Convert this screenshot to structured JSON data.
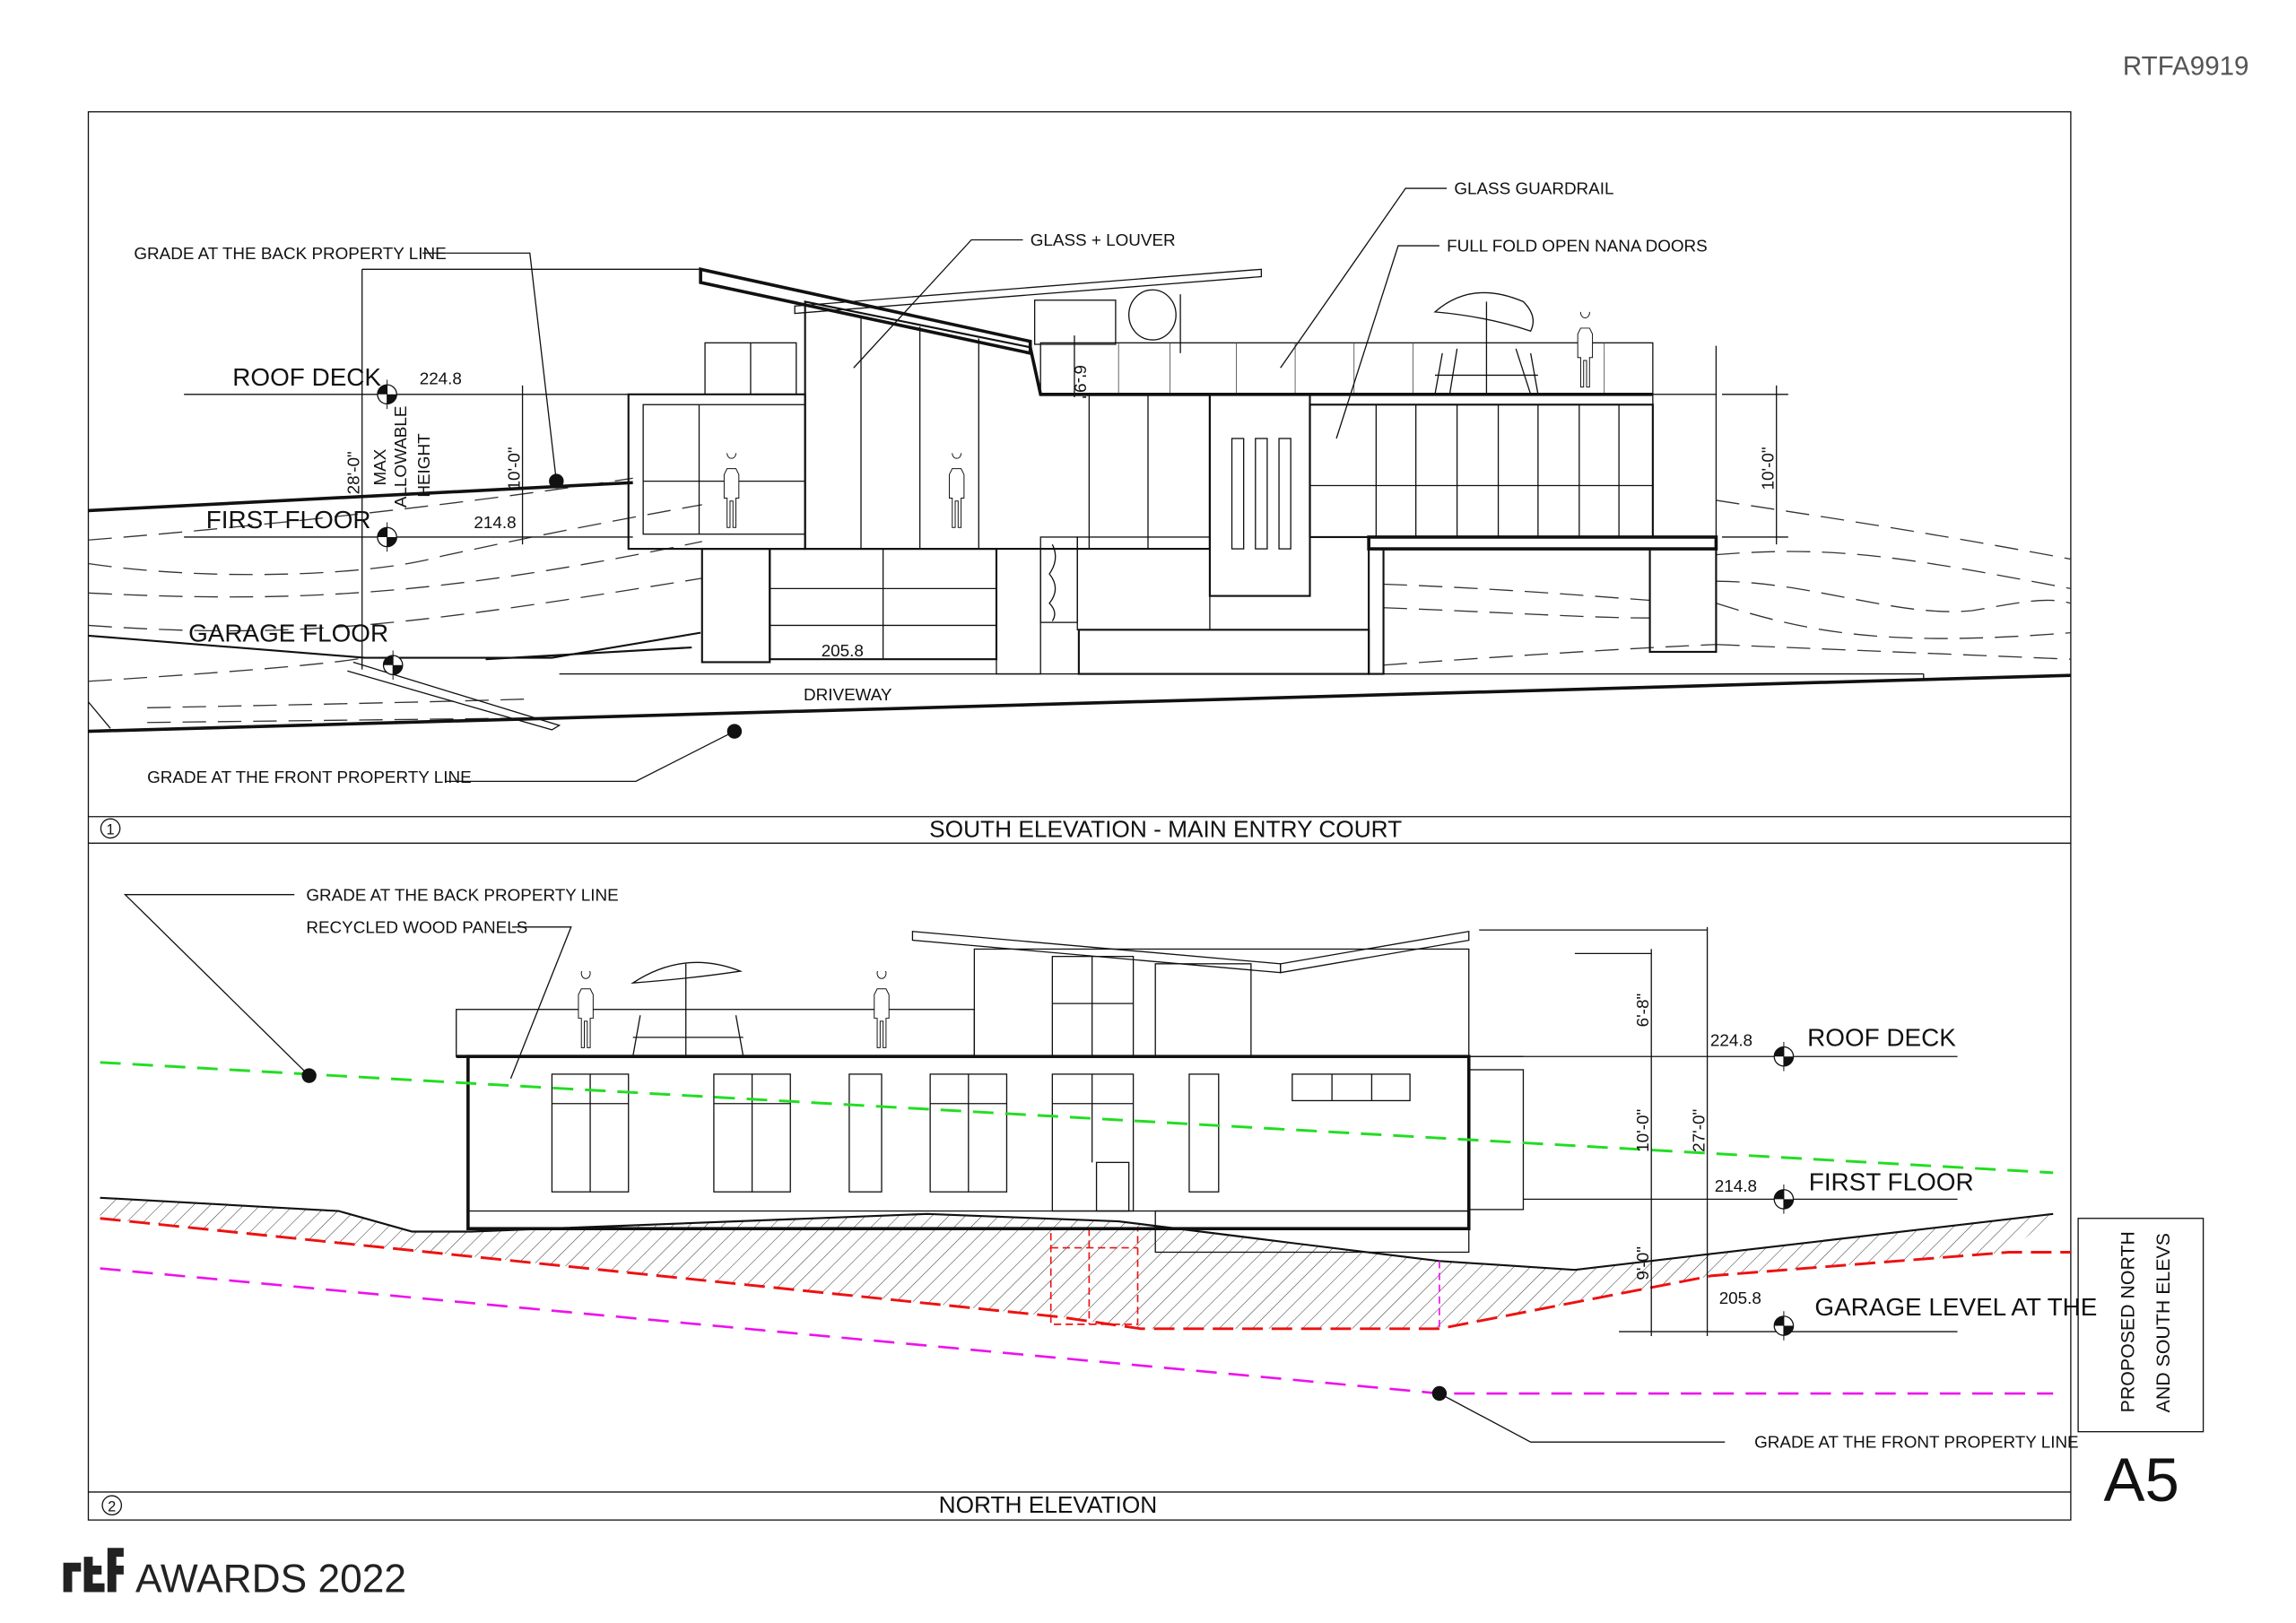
{
  "sheet": {
    "code": "RTFA9919",
    "sheet_number": "A5",
    "sheet_title_line1": "PROPOSED NORTH",
    "sheet_title_line2": "AND SOUTH ELEVS"
  },
  "south_elevation": {
    "number": "1",
    "title": "SOUTH ELEVATION - MAIN ENTRY COURT",
    "levels": [
      {
        "name": "ROOF DECK",
        "elevation": "224.8"
      },
      {
        "name": "FIRST FLOOR",
        "elevation": "214.8"
      },
      {
        "name": "GARAGE FLOOR",
        "elevation": "205.8"
      }
    ],
    "dimensions": {
      "max_height": "28'-0\"",
      "max_height_note_1": "MAX",
      "max_height_note_2": "ALLOWABLE",
      "max_height_note_3": "HEIGHT",
      "floor_left": "10'-0\"",
      "floor_right": "10'-0\"",
      "parapet": "6'-9\""
    },
    "notes": {
      "back_grade": "GRADE AT THE BACK PROPERTY LINE",
      "front_grade": "GRADE AT THE FRONT PROPERTY LINE",
      "glass_louver": "GLASS + LOUVER",
      "glass_guardrail": "GLASS GUARDRAIL",
      "nana_doors": "FULL FOLD OPEN NANA DOORS",
      "driveway": "DRIVEWAY"
    }
  },
  "north_elevation": {
    "number": "2",
    "title": "NORTH ELEVATION",
    "levels": [
      {
        "name": "ROOF DECK",
        "elevation": "224.8"
      },
      {
        "name": "FIRST FLOOR",
        "elevation": "214.8"
      },
      {
        "name": "GARAGE LEVEL AT THE",
        "elevation": "205.8"
      }
    ],
    "dimensions": {
      "parapet": "6'-8\"",
      "first": "10'-0\"",
      "garage": "9'-0\"",
      "total": "27'-0\""
    },
    "notes": {
      "back_grade": "GRADE AT THE BACK PROPERTY LINE",
      "wood_panels": "RECYCLED WOOD PANELS",
      "front_grade": "GRADE AT THE FRONT PROPERTY LINE"
    },
    "colors": {
      "back_grade_line": "#22dd22",
      "garage_line": "#ee1111",
      "front_grade_line": "#ee11ee"
    }
  },
  "branding": {
    "logo_text": "rtf",
    "awards": "AWARDS 2022"
  }
}
